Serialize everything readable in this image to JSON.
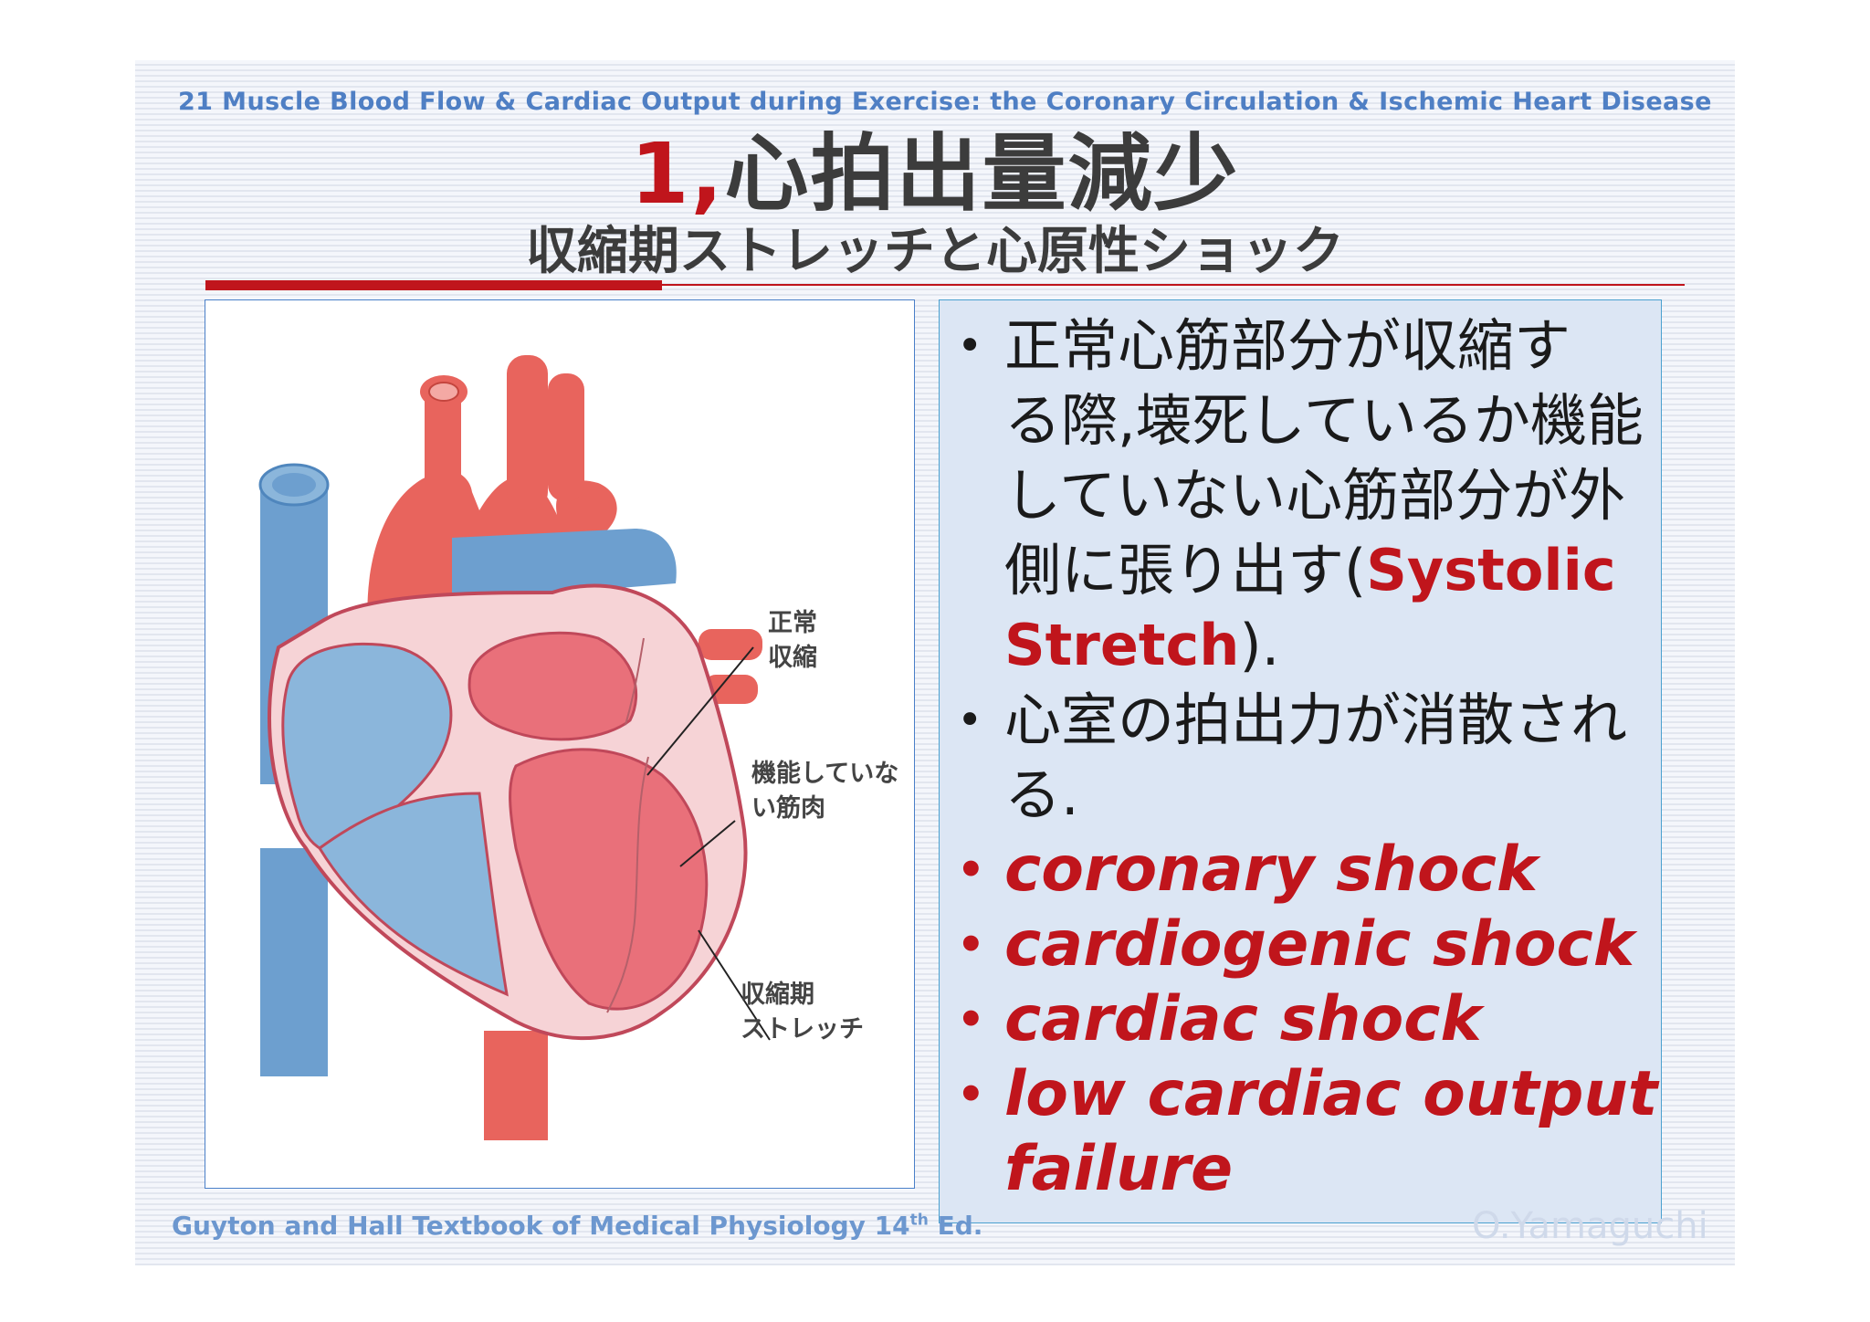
{
  "header": {
    "course_title": "21 Muscle Blood Flow & Cardiac Output during Exercise: the Coronary Circulation & Ischemic Heart Disease",
    "title_number": "1,",
    "title_text": "心拍出量減少",
    "subtitle": "収縮期ストレッチと心原性ショック"
  },
  "figure": {
    "labels": {
      "normal_contraction": [
        "正常",
        "収縮"
      ],
      "nonfunctional_muscle": [
        "機能していな",
        "い筋肉"
      ],
      "systolic_stretch": [
        "収縮期",
        "ストレッチ"
      ]
    }
  },
  "bullets": {
    "item1_lines": [
      "正常心筋部分が収縮す",
      "る際,壊死しているか機能",
      "していない心筋部分が外"
    ],
    "item1_line4_text": "側に張り出す(",
    "item1_line4_term": "Systolic",
    "item1_line5_term": "Stretch",
    "item1_line5_tail": ").",
    "item2_lines": [
      "心室の拍出力が消散され",
      "る."
    ],
    "item3": "coronary shock",
    "item4": "cardiogenic shock",
    "item5": "cardiac shock",
    "item6_lines": [
      "low cardiac output",
      "failure"
    ]
  },
  "footer": {
    "source": "Guyton and Hall Textbook of Medical Physiology 14",
    "source_sup": "th",
    "source_tail": " Ed.",
    "author": "O.Yamaguchi"
  },
  "colors": {
    "accent_red": "#c0151c",
    "heading_gray": "#3c3c3c",
    "header_blue": "#4f7fc4",
    "vessel_blue": "#6d9fcf",
    "chamber_blue": "#8bb6db",
    "muscle_pink": "#f6d3d6",
    "artery_red": "#e8645d",
    "chamber_red": "#e9707a",
    "textbox_bg": "#dce6f4"
  }
}
